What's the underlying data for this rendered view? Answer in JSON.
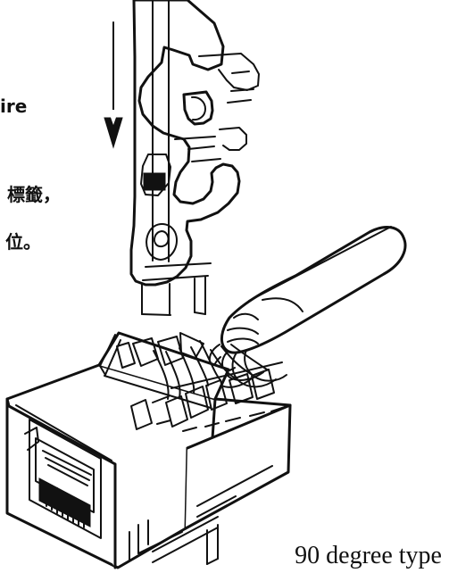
{
  "labels": {
    "line1": "ire",
    "line2": "標籤，",
    "line3": "位。"
  },
  "caption": "90 degree type",
  "colors": {
    "ink": "#111111",
    "background": "#ffffff"
  },
  "illustration": {
    "arrow": "arrow-down",
    "tool": "punch-down-tool",
    "connector": "rj45-keystone-jack",
    "cable": "network-cable"
  }
}
